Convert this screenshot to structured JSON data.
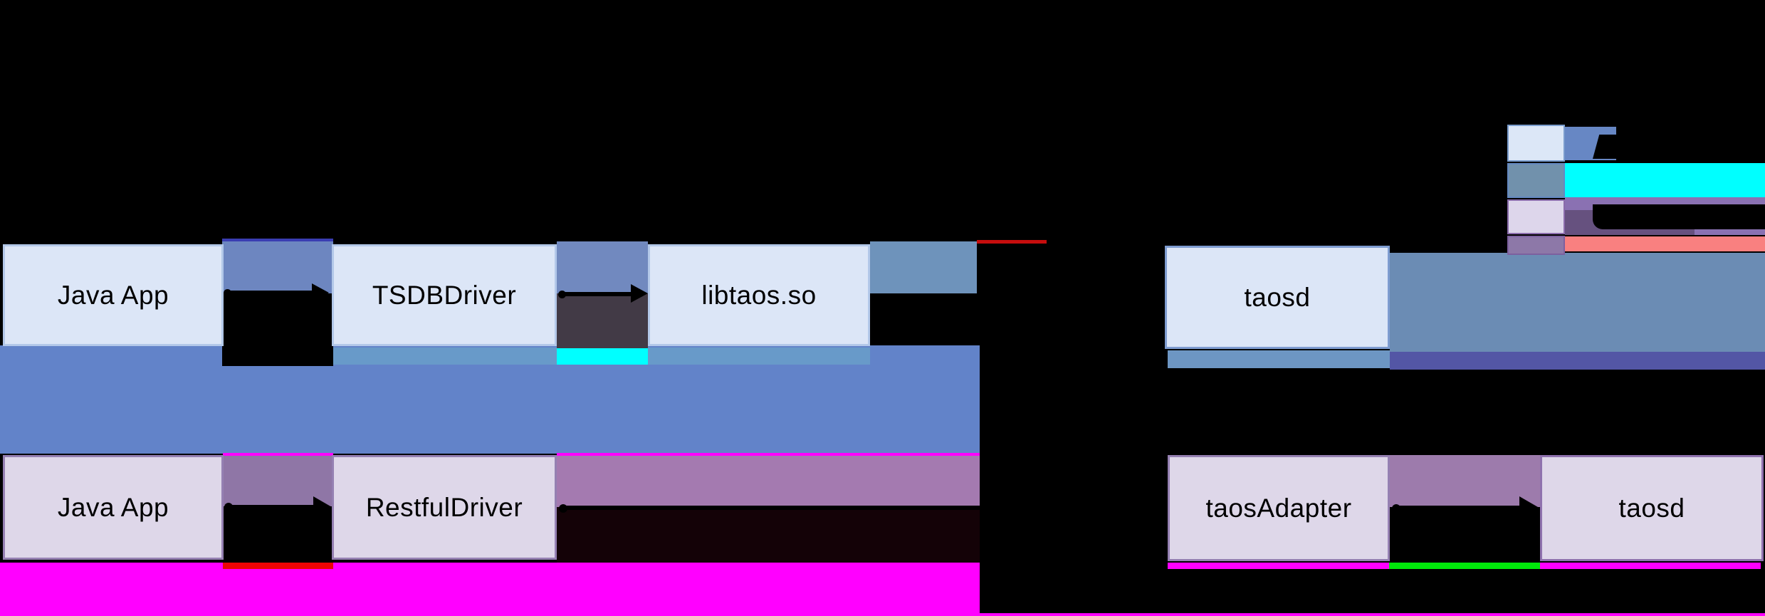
{
  "diagram": {
    "top_row": {
      "boxes": [
        {
          "label": "Java App"
        },
        {
          "label": "TSDBDriver"
        },
        {
          "label": "libtaos.so"
        },
        {
          "label": "taosd"
        }
      ]
    },
    "bottom_row": {
      "boxes": [
        {
          "label": "Java App"
        },
        {
          "label": "RestfulDriver"
        },
        {
          "label": "taosAdapter"
        },
        {
          "label": "taosd"
        }
      ]
    },
    "legend": {
      "swatches": [
        {
          "name": "light-blue-box-swatch",
          "fill": "#dce7f7"
        },
        {
          "name": "steel-swatch",
          "fill": "#7191ac"
        },
        {
          "name": "lavender-box-swatch",
          "fill": "#ddd6eb"
        },
        {
          "name": "mauve-swatch",
          "fill": "#8d78a8"
        }
      ]
    }
  },
  "colors": {
    "background": "#000000",
    "box_blue_fill": "#dce6f7",
    "box_blue_border": "#b3c8e9",
    "box_taosd_border": "#7e9cd0",
    "box_lavender_fill": "#ded7e9",
    "box_lavender_border": "#9580b2",
    "box_taosd2_border": "#8f72ae",
    "periwinkle_band": "#6283c9",
    "gap_blue": "#6d86c0",
    "gap_blue2": "#7189bf",
    "steel_strip": "#689ac9",
    "steel_band": "#6e93bb",
    "steel_region": "#6b8cb4",
    "taosd_strip": "#6d96c3",
    "indigo_strip": "#5356a5",
    "charcoal": "#423a46",
    "maroon": "#140207",
    "mauve_gap": "#8f76a6",
    "mauve_band": "#a47ab0",
    "mauve_band2": "#9d7bac",
    "cyan": "#00ffff",
    "magenta": "#ff00ff",
    "green": "#00e90a",
    "red_strip": "#ee0404",
    "red_line": "#c60d0d",
    "navy_line": "#3a3db2",
    "salmon": "#f98080",
    "legend_chip_blue": "#6787c4",
    "legend_box1_fill": "#dce7f7",
    "legend_box1_border": "#7a9ccd",
    "legend_box2_fill": "#7191ac",
    "legend_box2_border": "#6489c2",
    "legend_box3_fill": "#ddd6eb",
    "legend_box3_border": "#8a6cab",
    "legend_box4_fill": "#8d78a8",
    "legend_box4_border": "#7c609f",
    "purple_band": "#8a71b2",
    "purple_band_dark": "#66517f",
    "ink": "#000000"
  }
}
